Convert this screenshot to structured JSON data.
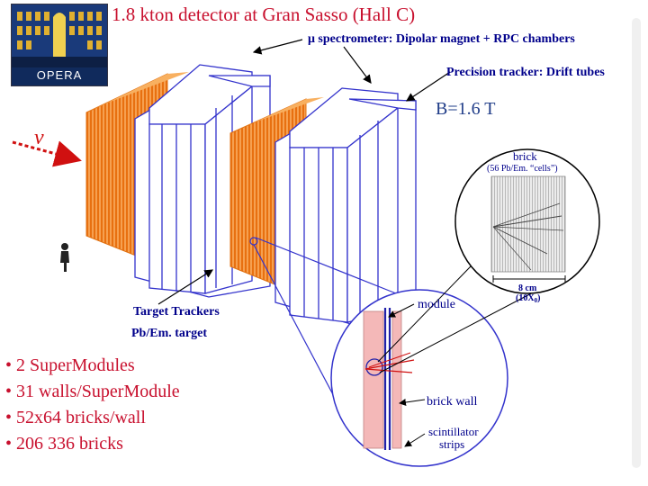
{
  "title": "1.8 kton detector at Gran Sasso (Hall C)",
  "logo": {
    "text": "OPERA"
  },
  "neutrino_symbol": "ν",
  "labels": {
    "spectrometer": "μ spectrometer: Dipolar magnet + RPC chambers",
    "tracker": "Precision tracker: Drift tubes",
    "bfield": "B=1.6 T",
    "target_trackers": "Target Trackers",
    "target": "Pb/Em. target",
    "brick": "brick",
    "brick_detail": "(56 Pb/Em. “cells”)",
    "scale": "8 cm",
    "scale_x0": "(10X",
    "scale_x0_sub": "0",
    "scale_x0_close": ")",
    "module": "module",
    "brick_wall": "brick wall",
    "scintillator_1": "scintillator",
    "scintillator_2": "strips"
  },
  "bullets": [
    "2 SuperModules",
    "31 walls/SuperModule",
    "52x64 bricks/wall",
    "206 336 bricks"
  ],
  "colors": {
    "title": "#c8102e",
    "label": "#00008b",
    "orange": "#f08020",
    "blue_outline": "#3333cc",
    "neutrino": "#d01010"
  }
}
